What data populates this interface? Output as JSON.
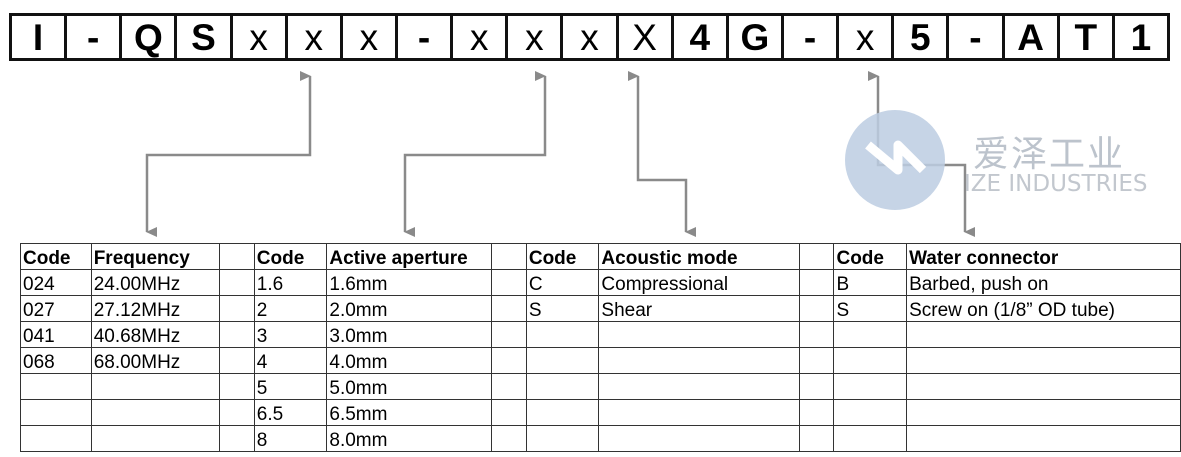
{
  "part_number": {
    "segments": [
      {
        "text": "I",
        "kind": "fixed"
      },
      {
        "text": "-",
        "kind": "fixed"
      },
      {
        "text": "Q",
        "kind": "fixed"
      },
      {
        "text": "S",
        "kind": "fixed"
      },
      {
        "text": "x",
        "kind": "var"
      },
      {
        "text": "x",
        "kind": "var"
      },
      {
        "text": "x",
        "kind": "var"
      },
      {
        "text": "-",
        "kind": "fixed"
      },
      {
        "text": "x",
        "kind": "var"
      },
      {
        "text": "x",
        "kind": "var"
      },
      {
        "text": "x",
        "kind": "var"
      },
      {
        "text": "X",
        "kind": "var"
      },
      {
        "text": "4",
        "kind": "fixed"
      },
      {
        "text": "G",
        "kind": "fixed"
      },
      {
        "text": "-",
        "kind": "fixed"
      },
      {
        "text": "x",
        "kind": "var"
      },
      {
        "text": "5",
        "kind": "fixed"
      },
      {
        "text": "-",
        "kind": "fixed"
      },
      {
        "text": "A",
        "kind": "fixed"
      },
      {
        "text": "T",
        "kind": "fixed"
      },
      {
        "text": "1",
        "kind": "fixed"
      }
    ]
  },
  "watermark": {
    "chinese": "爱泽工业",
    "english": "IZE INDUSTRIES",
    "color": "#b8c9de"
  },
  "tables": [
    {
      "headers": [
        "Code",
        "Frequency"
      ],
      "rows": [
        [
          "024",
          "24.00MHz"
        ],
        [
          "027",
          "27.12MHz"
        ],
        [
          "041",
          "40.68MHz"
        ],
        [
          "068",
          "68.00MHz"
        ],
        [
          "",
          ""
        ],
        [
          "",
          ""
        ],
        [
          "",
          ""
        ]
      ]
    },
    {
      "headers": [
        "Code",
        "Active aperture"
      ],
      "rows": [
        [
          "1.6",
          "1.6mm"
        ],
        [
          "2",
          "2.0mm"
        ],
        [
          "3",
          "3.0mm"
        ],
        [
          "4",
          "4.0mm"
        ],
        [
          "5",
          "5.0mm"
        ],
        [
          "6.5",
          "6.5mm"
        ],
        [
          "8",
          "8.0mm"
        ]
      ]
    },
    {
      "headers": [
        "Code",
        "Acoustic mode"
      ],
      "rows": [
        [
          "C",
          "Compressional"
        ],
        [
          "S",
          "Shear"
        ],
        [
          "",
          ""
        ],
        [
          "",
          ""
        ],
        [
          "",
          ""
        ],
        [
          "",
          ""
        ],
        [
          "",
          ""
        ]
      ]
    },
    {
      "headers": [
        "Code",
        "Water connector"
      ],
      "rows": [
        [
          "B",
          "Barbed, push on"
        ],
        [
          "S",
          "Screw on (1/8” OD tube)"
        ],
        [
          "",
          ""
        ],
        [
          "",
          ""
        ],
        [
          "",
          ""
        ],
        [
          "",
          ""
        ],
        [
          "",
          ""
        ]
      ]
    }
  ]
}
